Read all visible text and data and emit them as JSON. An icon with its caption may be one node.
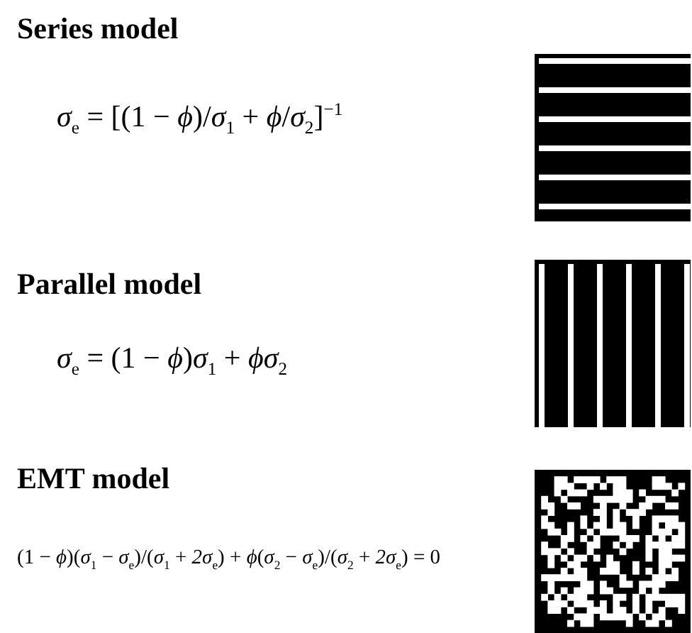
{
  "diagram": {
    "labels": [
      "Series model",
      "*σ*$_{e}$ = [(1 − *ϕ*)/*σ*$_{1}$ + *ϕ*/*σ*$_{2}$]$^{−1}$",
      "Parallel model",
      "*σ*$_{e}$ = (1 − *ϕ*)*σ*$_{1}$ + *ϕσ*$_{2}$",
      "EMT model",
      "(1 − *ϕ*)(*σ*$_{1}$ − *σ*$_{e}$)/(*σ*$_{1}$ + *2σ*$_{e}$) + *ϕ*(*σ*$_{2}$ − *σ*$_{e}$)/(*σ*$_{2}$ + *2σ*$_{e}$) = 0"
    ]
  }
}
